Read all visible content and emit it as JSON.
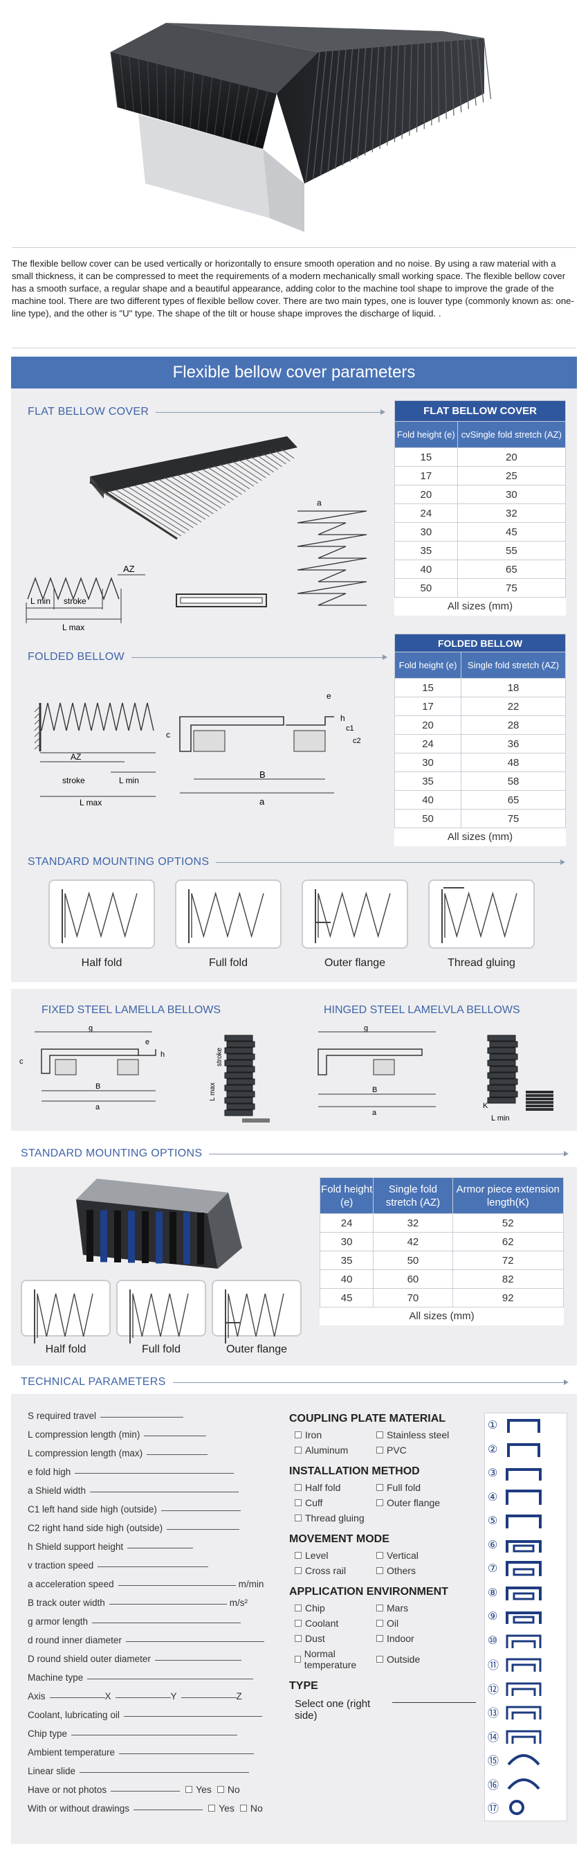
{
  "intro": "The flexible bellow cover can be used vertically or horizontally to ensure smooth operation and no noise. By using a raw material with a small thickness, it can be compressed to meet the requirements of a modern mechanically small working space. The flexible bellow cover has a smooth surface, a regular shape and a beautiful appearance, adding color to the machine tool shape to improve the grade of the machine tool. There are two different types of flexible bellow cover. There are two main types, one is louver type (commonly known as: one-line type), and the other is \"U\" type. The shape of the tilt or house shape improves the discharge of liquid. .",
  "banner": "Flexible bellow cover parameters",
  "flat": {
    "head": "FLAT BELLOW COVER",
    "table_title": "FLAT BELLOW COVER",
    "col1": "Fold height (e)",
    "col2": "cvSingle fold stretch (AZ)",
    "rows": [
      [
        "15",
        "20"
      ],
      [
        "17",
        "25"
      ],
      [
        "20",
        "30"
      ],
      [
        "24",
        "32"
      ],
      [
        "30",
        "45"
      ],
      [
        "35",
        "55"
      ],
      [
        "40",
        "65"
      ],
      [
        "50",
        "75"
      ]
    ],
    "foot": "All sizes (mm)",
    "lbl_az": "AZ",
    "lbl_lmin": "L min",
    "lbl_stroke": "stroke",
    "lbl_lmax": "L max",
    "lbl_a": "a"
  },
  "folded": {
    "head": "FOLDED BELLOW",
    "table_title": "FOLDED BELLOW",
    "col1": "Fold height (e)",
    "col2": "Single fold stretch (AZ)",
    "rows": [
      [
        "15",
        "18"
      ],
      [
        "17",
        "22"
      ],
      [
        "20",
        "28"
      ],
      [
        "24",
        "36"
      ],
      [
        "30",
        "48"
      ],
      [
        "35",
        "58"
      ],
      [
        "40",
        "65"
      ],
      [
        "50",
        "75"
      ]
    ],
    "foot": "All sizes (mm)",
    "lbl_az": "AZ",
    "lbl_stroke": "stroke",
    "lbl_lmin": "L min",
    "lbl_lmax": "L max",
    "lbl_c": "c",
    "lbl_e": "e",
    "lbl_h": "h",
    "lbl_c1": "c1",
    "lbl_c2": "c2",
    "lbl_b": "B",
    "lbl_a": "a"
  },
  "mounting1": {
    "head": "STANDARD MOUNTING OPTIONS",
    "items": [
      "Half fold",
      "Full fold",
      "Outer flange",
      "Thread gluing"
    ]
  },
  "lamella": {
    "fixed": "FIXED STEEL LAMELLA BELLOWS",
    "hinged": "HINGED STEEL LAMELVLA BELLOWS",
    "lbl_g": "g",
    "lbl_e": "e",
    "lbl_c": "c",
    "lbl_h": "h",
    "lbl_b": "B",
    "lbl_a": "a",
    "lbl_stroke": "stroke",
    "lbl_lmax": "L max",
    "lbl_lmin": "L min",
    "lbl_k": "K"
  },
  "mounting2": {
    "head": "STANDARD MOUNTING OPTIONS",
    "items": [
      "Half fold",
      "Full fold",
      "Outer flange"
    ],
    "col1": "Fold height (e)",
    "col2": "Single fold stretch (AZ)",
    "col3": "Armor piece extension length(K)",
    "rows": [
      [
        "24",
        "32",
        "52"
      ],
      [
        "30",
        "42",
        "62"
      ],
      [
        "35",
        "50",
        "72"
      ],
      [
        "40",
        "60",
        "82"
      ],
      [
        "45",
        "70",
        "92"
      ]
    ],
    "foot": "All sizes (mm)"
  },
  "tech": {
    "head": "TECHNICAL PARAMETERS",
    "fields": [
      "S required travel",
      "L compression length (min)",
      "L compression length (max)",
      "e fold high",
      "a Shield width",
      "C1 left hand side high (outside)",
      "C2 right hand side high (outside)",
      "h Shield support height",
      "v traction speed",
      "a  acceleration speed",
      "B track outer width",
      "g armor length",
      "d round inner diameter",
      "D round shield outer diameter",
      "Machine type",
      "Axis",
      "Coolant, lubricating oil",
      "Chip type",
      "Ambient temperature",
      "Linear slide",
      "Have or not photos",
      "With or without drawings"
    ],
    "unit_accel": "m/min",
    "unit_track": "m/s²",
    "axis_x": "X",
    "axis_y": "Y",
    "axis_z": "Z",
    "yes": "Yes",
    "no": "No",
    "coupling": {
      "title": "COUPLING PLATE MATERIAL",
      "opts": [
        "Iron",
        "Stainless steel",
        "Aluminum",
        "PVC"
      ]
    },
    "install": {
      "title": "INSTALLATION METHOD",
      "opts": [
        "Half fold",
        "Full fold",
        "Cuff",
        "Outer flange",
        "Thread gluing"
      ]
    },
    "movement": {
      "title": "MOVEMENT MODE",
      "opts": [
        "Level",
        "Vertical",
        "Cross rail",
        "Others"
      ]
    },
    "env": {
      "title": "APPLICATION ENVIRONMENT",
      "opts": [
        "Chip",
        "Mars",
        "Coolant",
        "Oil",
        "Dust",
        "Indoor",
        "Normal temperature",
        "Outside"
      ]
    },
    "type": {
      "title": "TYPE",
      "note": "Select one (right side)"
    },
    "numbers": [
      "①",
      "②",
      "③",
      "④",
      "⑤",
      "⑥",
      "⑦",
      "⑧",
      "⑨",
      "⑩",
      "⑪",
      "⑫",
      "⑬",
      "⑭",
      "⑮",
      "⑯",
      "⑰"
    ]
  },
  "colors": {
    "accent": "#4a73b6",
    "dark": "#2f579d",
    "panel": "#eeeef0",
    "head_text": "#3f64a8"
  }
}
